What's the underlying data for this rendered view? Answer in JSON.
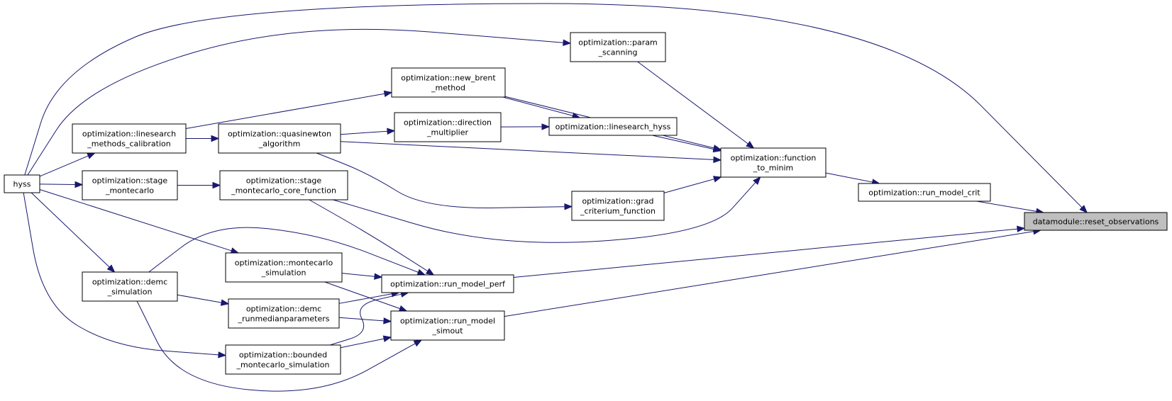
{
  "graph_title": "datamodule::reset_observations",
  "colors": {
    "edge": "#191970",
    "node_border": "#000000",
    "root_fill": "#bfbfbf",
    "node_fill": "#ffffff"
  },
  "nodes": {
    "reset_obs": [
      "datamodule::reset_observations"
    ],
    "run_model_crit": [
      "optimization::run_model_crit"
    ],
    "function_to_minim": [
      "optimization::function",
      "_to_minim"
    ],
    "param_scanning": [
      "optimization::param",
      "_scanning"
    ],
    "new_brent": [
      "optimization::new_brent",
      "_method"
    ],
    "linesearch_hyss": [
      "optimization::linesearch_hyss"
    ],
    "direction_multiplier": [
      "optimization::direction",
      "_multiplier"
    ],
    "quasinewton": [
      "optimization::quasinewton",
      "_algorithm"
    ],
    "linesearch_methods": [
      "optimization::linesearch",
      "_methods_calibration"
    ],
    "grad_criterium": [
      "optimization::grad",
      "_criterium_function"
    ],
    "stage_mc_core": [
      "optimization::stage",
      "_montecarlo_core_function"
    ],
    "stage_mc": [
      "optimization::stage",
      "_montecarlo"
    ],
    "hyss": [
      "hyss"
    ],
    "mc_simulation": [
      "optimization::montecarlo",
      "_simulation"
    ],
    "run_model_perf": [
      "optimization::run_model_perf"
    ],
    "demc_simulation": [
      "optimization::demc",
      "_simulation"
    ],
    "demc_runmedian": [
      "optimization::demc",
      "_runmedianparameters"
    ],
    "run_model_simout": [
      "optimization::run_model",
      "_simout"
    ],
    "bounded_mc": [
      "optimization::bounded",
      "_montecarlo_simulation"
    ]
  },
  "edges": [
    [
      "run_model_crit",
      "reset_obs"
    ],
    [
      "function_to_minim",
      "run_model_crit"
    ],
    [
      "param_scanning",
      "function_to_minim"
    ],
    [
      "new_brent",
      "function_to_minim"
    ],
    [
      "new_brent",
      "linesearch_hyss"
    ],
    [
      "linesearch_hyss",
      "function_to_minim"
    ],
    [
      "direction_multiplier",
      "linesearch_hyss"
    ],
    [
      "quasinewton",
      "direction_multiplier"
    ],
    [
      "quasinewton",
      "function_to_minim"
    ],
    [
      "quasinewton",
      "grad_criterium"
    ],
    [
      "grad_criterium",
      "function_to_minim"
    ],
    [
      "stage_mc_core",
      "function_to_minim"
    ],
    [
      "stage_mc_core",
      "run_model_perf"
    ],
    [
      "linesearch_methods",
      "new_brent"
    ],
    [
      "linesearch_methods",
      "quasinewton"
    ],
    [
      "stage_mc",
      "stage_mc_core"
    ],
    [
      "hyss",
      "reset_obs"
    ],
    [
      "hyss",
      "param_scanning"
    ],
    [
      "hyss",
      "linesearch_methods"
    ],
    [
      "hyss",
      "stage_mc"
    ],
    [
      "hyss",
      "mc_simulation"
    ],
    [
      "hyss",
      "demc_simulation"
    ],
    [
      "hyss",
      "bounded_mc"
    ],
    [
      "run_model_perf",
      "reset_obs"
    ],
    [
      "run_model_simout",
      "reset_obs"
    ],
    [
      "mc_simulation",
      "run_model_perf"
    ],
    [
      "mc_simulation",
      "run_model_simout"
    ],
    [
      "demc_simulation",
      "run_model_perf"
    ],
    [
      "demc_simulation",
      "demc_runmedian"
    ],
    [
      "demc_simulation",
      "run_model_simout"
    ],
    [
      "demc_runmedian",
      "run_model_perf"
    ],
    [
      "demc_runmedian",
      "run_model_simout"
    ],
    [
      "bounded_mc",
      "run_model_perf"
    ],
    [
      "bounded_mc",
      "run_model_simout"
    ]
  ]
}
